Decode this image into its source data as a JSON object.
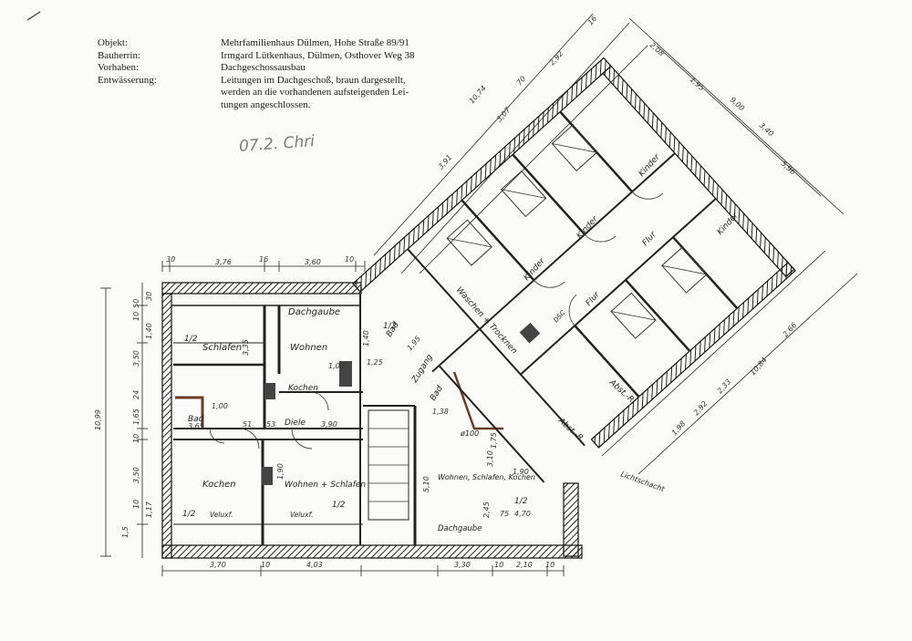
{
  "header": {
    "labels": [
      "Objekt:",
      "Bauherrin:",
      "Vorhaben:",
      "Entwässerung:"
    ],
    "lines": [
      "Mehrfamilienhaus Dülmen, Hohe Straße 89/91",
      "Irmgard Lütkenhaus, Dülmen, Osthover Weg 38",
      "Dachgeschossausbau",
      "Leitungen im Dachgeschoß, braun dargestellt,",
      "werden an die vorhandenen aufsteigenden Lei-",
      "tungen angeschlossen."
    ]
  },
  "handwritten_note": "07.2. Chri",
  "rooms": {
    "dachgaube_top": "Dachgaube",
    "schlafen": "Schlafen",
    "wohnen": "Wohnen",
    "kochen_small": "Kochen",
    "bad_left": "Bad",
    "diele": "Diele",
    "kochen_left": "Kochen",
    "wohnen_schlafen": "Wohnen + Schlafen",
    "bad_mid": "Bad",
    "zugang": "Zugang",
    "bad_mid2": "Bad",
    "wohnen_schlafen_kochen": "Wohnen, Schlafen, Kochen",
    "dachgaube_bottom": "Dachgaube",
    "waschen": "Waschen + Trocknen",
    "kinder1": "Kinder",
    "kinder2": "Kinder",
    "kinder3": "Kinder",
    "kinder4": "Kinder",
    "flur1": "Flur",
    "flur2": "Flur",
    "abst1": "Abst.-R.",
    "abst2": "Abst.-R.",
    "dach": "Lichtschacht",
    "dsc": "DSC",
    "veluxf1": "Veluxf.",
    "veluxf2": "Veluxf."
  },
  "dims": {
    "top": [
      "30",
      "3,76",
      "16",
      "3,60",
      "10"
    ],
    "bottom": [
      "3,70",
      "10",
      "4,03",
      "3,30",
      "10",
      "2,10",
      "10"
    ],
    "left_total": "10,99",
    "left": [
      "50",
      "10",
      "30",
      "1,40",
      "3,50",
      "24",
      "1,65",
      "10",
      "3,50",
      "10",
      "1,17",
      "1,5"
    ],
    "inner": [
      "3,35",
      "1,40",
      "1,00",
      "3,65",
      "51",
      "53",
      "3,90",
      "1,25",
      "1,90",
      "1,00",
      "3,10",
      "5,10",
      "1,90",
      "1,75",
      "4,70",
      "75",
      "2,45",
      "1,95",
      "1,38"
    ],
    "diag_right": [
      "10,84",
      "1,98",
      "2,92",
      "2,33",
      "2,66"
    ],
    "diag_top": [
      "10,74",
      "3,91",
      "3,07",
      "70",
      "16",
      "2,92",
      "2,08",
      "9,00",
      "1,95",
      "5,96",
      "3,40"
    ],
    "pipe": "ø100",
    "half": "1/2"
  }
}
